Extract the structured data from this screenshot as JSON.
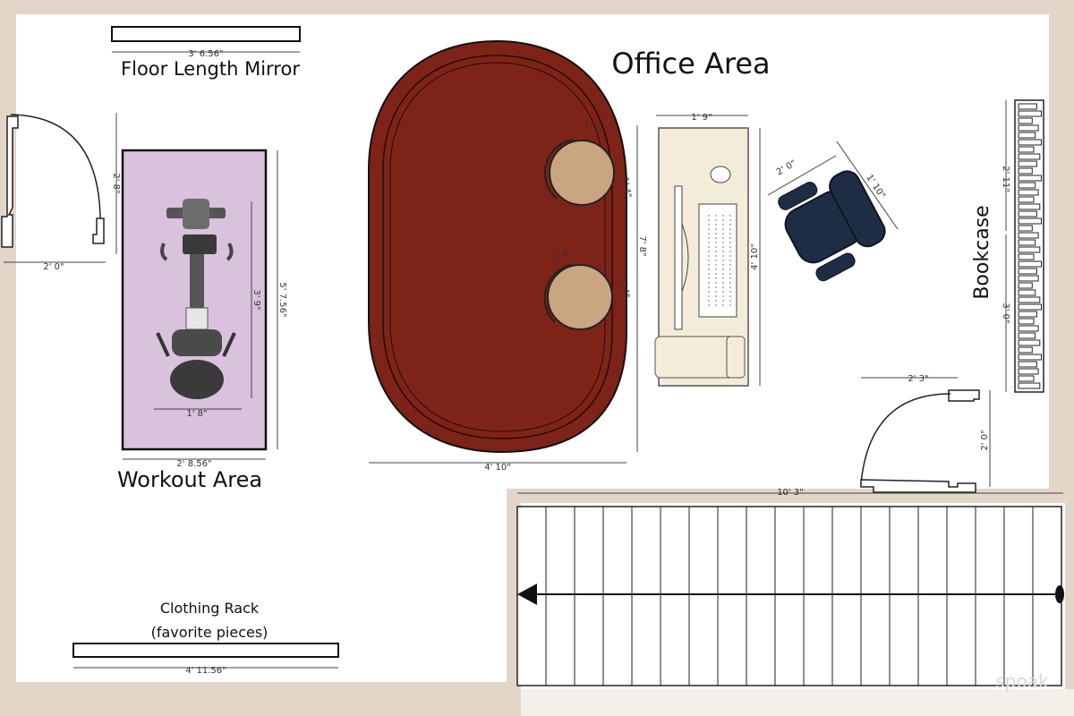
{
  "colors": {
    "wall": "#e2d6c8",
    "floor": "#ffffff",
    "workout_mat": "#d9c2dc",
    "rug": "#7e2318",
    "stool": "#c9a582",
    "desk": "#f3ecd9",
    "chair": "#1f2d44",
    "line": "#333333"
  },
  "labels": {
    "office_area": "Office Area",
    "workout_area": "Workout Area",
    "floor_length_mirror": "Floor Length Mirror",
    "bookcase": "Bookcase",
    "clothing_rack_line1": "Clothing Rack",
    "clothing_rack_line2": "(favorite pieces)",
    "watermark": "spoak"
  },
  "dimensions": {
    "mirror_width": "3' 6.56\"",
    "door_left_height": "2' 8\"",
    "door_left_width": "2' 0\"",
    "mat_height": "5' 7.56\"",
    "bike_height": "3' 9\"",
    "bike_width": "1' 8\"",
    "mat_width": "2' 8.56\"",
    "rug_width": "4' 10\"",
    "rug_height": "7' 8\"",
    "stool_top_1": "1' 4\"",
    "stool_side_1": "1' 4\"",
    "stool_top_2": "1' 4\"",
    "stool_side_2": "1' 4\"",
    "desk_width": "1' 9\"",
    "desk_height": "4' 10\"",
    "chair_width": "2' 0\"",
    "chair_depth": "1' 10\"",
    "bookcase_top": "2' 11\"",
    "bookcase_bottom": "3' 0\"",
    "door_right_width": "2' 3\"",
    "door_right_height": "2' 0\"",
    "stair_width": "10' 3\"",
    "rack_width": "4' 11.56\""
  },
  "icons": [
    "door-swing-icon",
    "exercise-bike-icon",
    "rug-icon",
    "stool-icon",
    "desk-icon",
    "office-chair-icon",
    "bookcase-icon",
    "staircase-icon",
    "arrow-icon"
  ]
}
